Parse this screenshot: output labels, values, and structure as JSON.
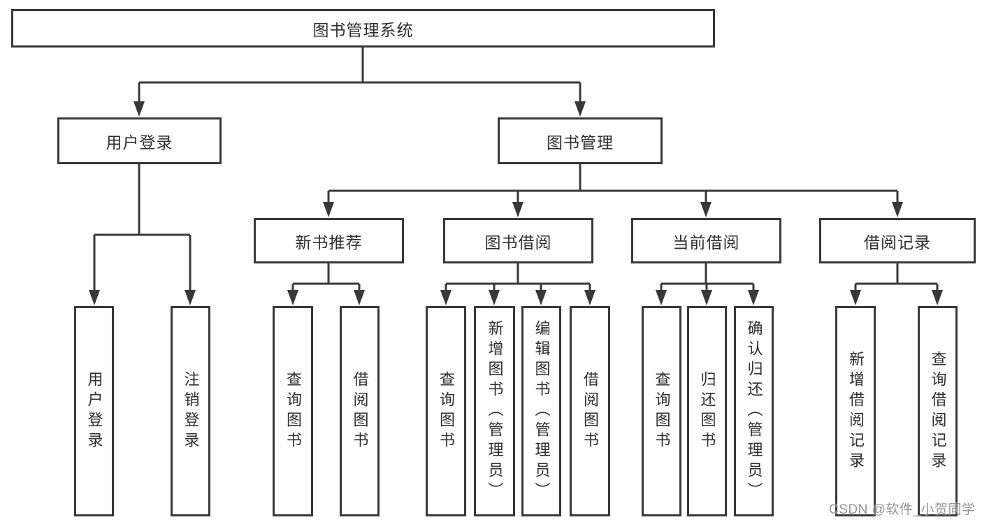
{
  "diagram_title": "图书管理系统",
  "tree": {
    "label": "图书管理系统",
    "children": [
      {
        "label": "用户登录",
        "children": [
          {
            "label": "用户登录"
          },
          {
            "label": "注销登录"
          }
        ]
      },
      {
        "label": "图书管理",
        "children": [
          {
            "label": "新书推荐",
            "children": [
              {
                "label": "查询图书"
              },
              {
                "label": "借阅图书"
              }
            ]
          },
          {
            "label": "图书借阅",
            "children": [
              {
                "label": "查询图书"
              },
              {
                "label": "新增图书（管理员）"
              },
              {
                "label": "编辑图书（管理员）"
              },
              {
                "label": "借阅图书"
              }
            ]
          },
          {
            "label": "当前借阅",
            "children": [
              {
                "label": "查询图书"
              },
              {
                "label": "归还图书"
              },
              {
                "label": "确认归还（管理员）"
              }
            ]
          },
          {
            "label": "借阅记录",
            "children": [
              {
                "label": "新增借阅记录"
              },
              {
                "label": "查询借阅记录"
              }
            ]
          }
        ]
      }
    ]
  },
  "watermark": {
    "text": "CSDN @软件_小贺同学"
  },
  "colors": {
    "line": "#383838",
    "box_border": "#383838",
    "box_background": "#ffffff",
    "text": "#2e2e2e",
    "watermark": "#828282",
    "page_background": "#ffffff"
  }
}
